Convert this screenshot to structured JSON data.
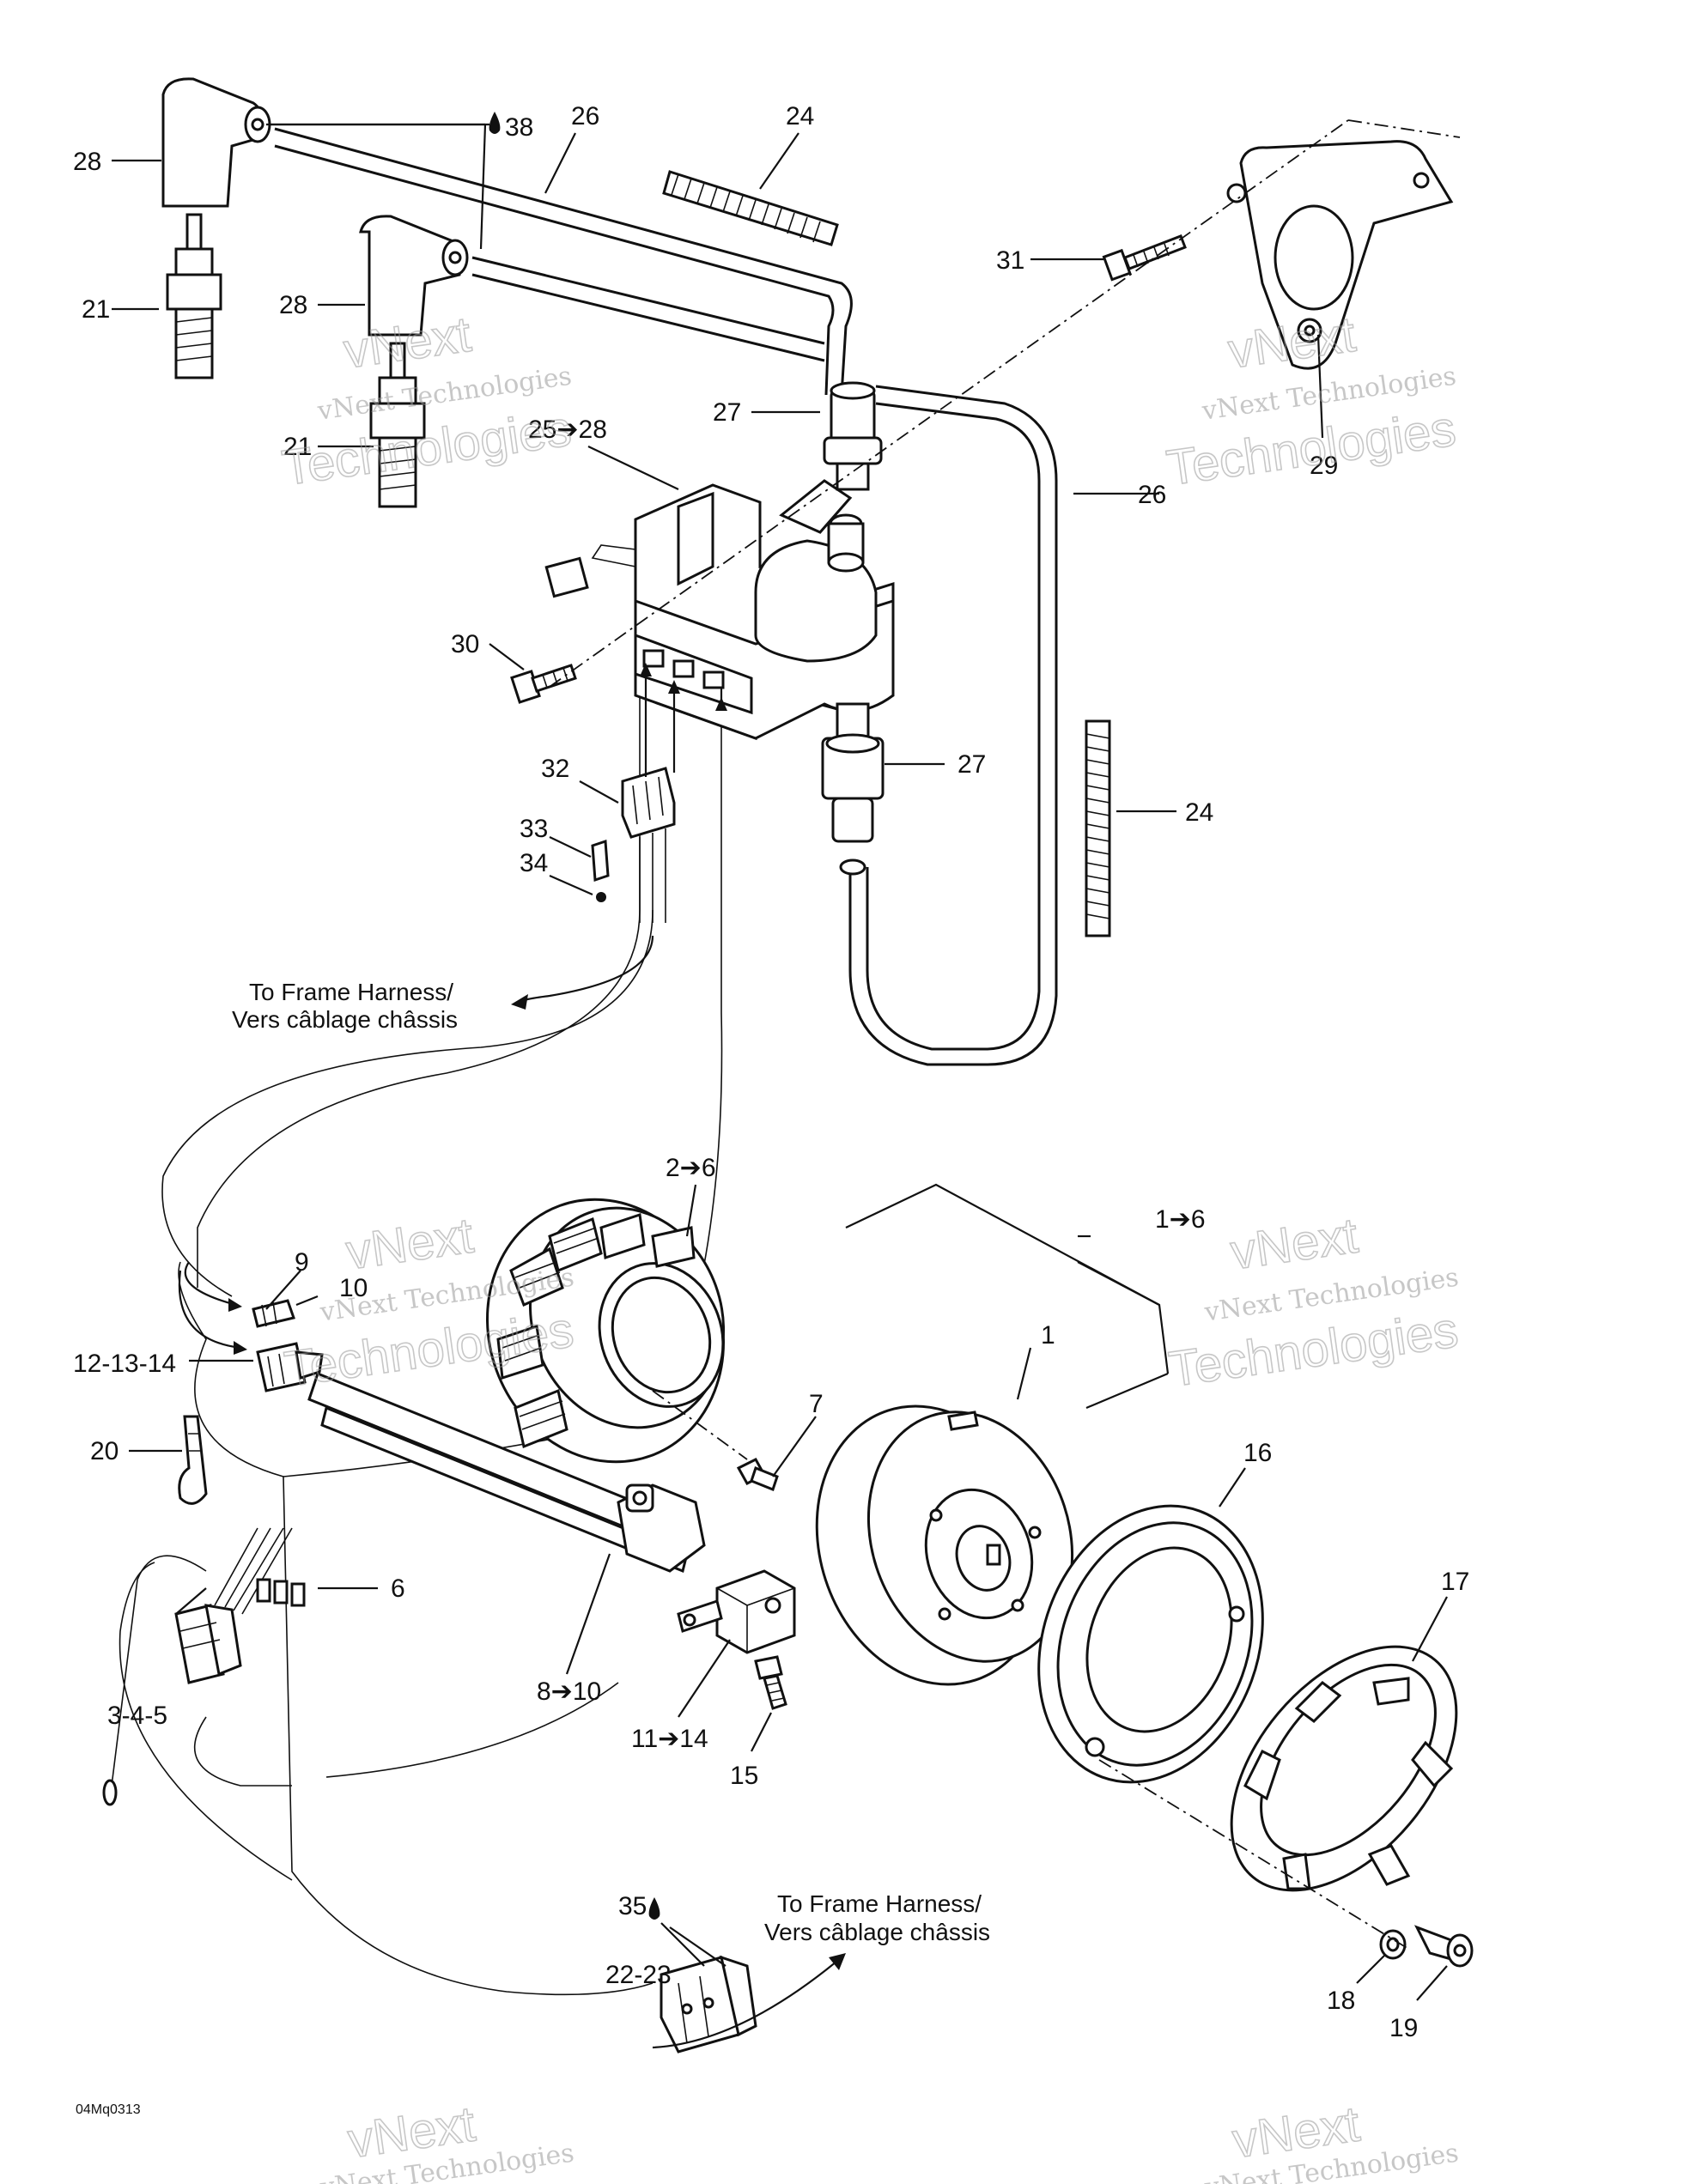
{
  "labels": {
    "l1": "1",
    "l1to6": "1➔6",
    "l2to6": "2➔6",
    "l345": "3-4-5",
    "l6": "6",
    "l7": "7",
    "l8to10": "8➔10",
    "l9": "9",
    "l10": "10",
    "l11to14": "11➔14",
    "l121314": "12-13-14",
    "l15": "15",
    "l16": "16",
    "l17": "17",
    "l18": "18",
    "l19": "19",
    "l20": "20",
    "l21a": "21",
    "l21b": "21",
    "l2223": "22-23",
    "l24a": "24",
    "l24b": "24",
    "l25to28": "25➔28",
    "l26a": "26",
    "l26b": "26",
    "l27a": "27",
    "l27b": "27",
    "l28a": "28",
    "l28b": "28",
    "l29": "29",
    "l30": "30",
    "l31": "31",
    "l32": "32",
    "l33": "33",
    "l34": "34",
    "l35": "35",
    "l38": "38"
  },
  "notes": {
    "frame_harness_top": [
      "To Frame Harness/",
      "Vers câblage châssis"
    ],
    "frame_harness_bottom": [
      "To Frame Harness/",
      "Vers câblage châssis"
    ]
  },
  "drawing_code": "04Mq0313",
  "watermark": {
    "line1": "vNext Technologies",
    "line2": "vNext",
    "line3": "Technologies"
  }
}
